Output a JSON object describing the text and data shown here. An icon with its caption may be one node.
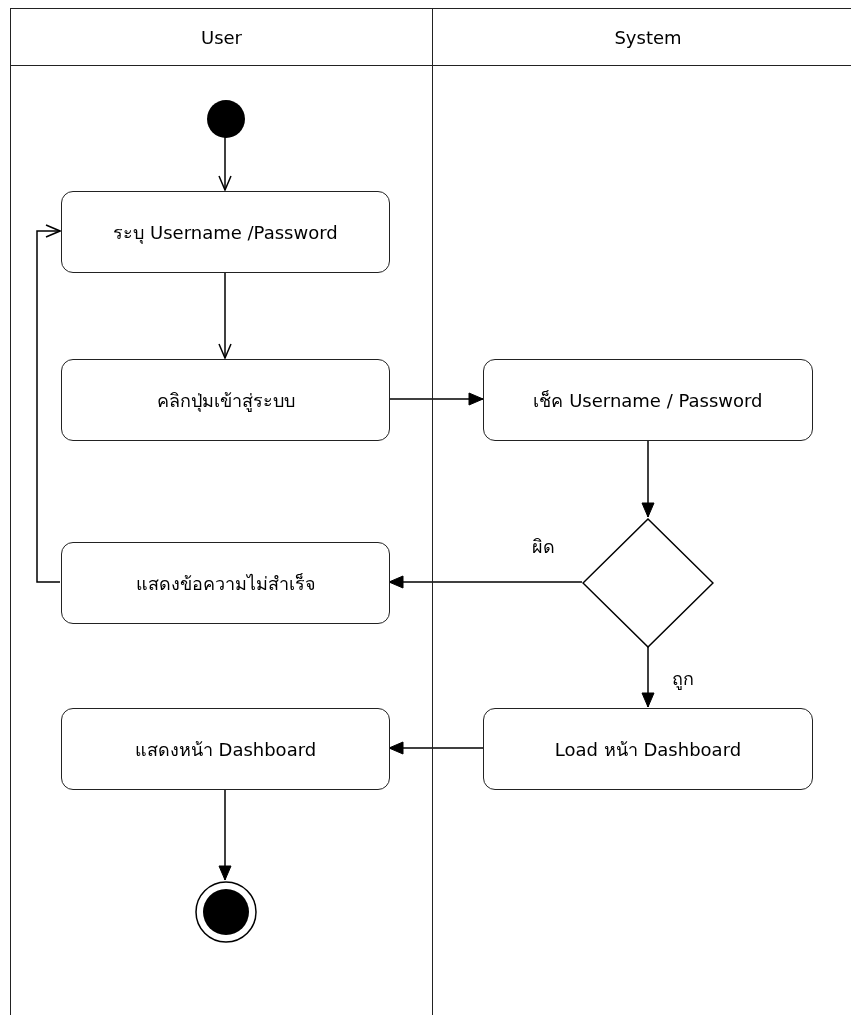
{
  "diagram": {
    "nodes": [
      {
        "text": [
          "User"
        ]
      },
      {
        "text": [
          "System"
        ]
      },
      {
        "text": [],
        "shape": "circle",
        "in": 0
      },
      {
        "text": [
          "ระบุ Username /Password"
        ],
        "in": 0
      },
      {
        "text": [
          "คลิกปุ่มเข้าสู่ระบบ"
        ],
        "in": 0
      },
      {
        "text": [
          "เช็ค Username / Password"
        ],
        "in": 1
      },
      {
        "text": [],
        "shape": "diamond",
        "in": 1
      },
      {
        "text": [
          "แสดงข้อความไม่สำเร็จ"
        ],
        "in": 0
      },
      {
        "text": [
          "Load หน้า Dashboard"
        ],
        "in": 1
      },
      {
        "text": [
          "แสดงหน้า Dashboard"
        ],
        "in": 0
      },
      {
        "text": [],
        "shape": "circle",
        "in": 0
      }
    ],
    "edges": [
      {
        "from": 2,
        "to": 3,
        "arrow": "to"
      },
      {
        "from": 3,
        "to": 4,
        "arrow": "to"
      },
      {
        "from": 4,
        "to": 5,
        "arrow": "to"
      },
      {
        "from": 5,
        "to": 6,
        "arrow": "to"
      },
      {
        "from": 6,
        "to": 7,
        "arrow": "to",
        "label": "ผิด"
      },
      {
        "from": 6,
        "to": 8,
        "arrow": "to",
        "label": "ถูก"
      },
      {
        "from": 8,
        "to": 9,
        "arrow": "to"
      },
      {
        "from": 7,
        "to": 3,
        "arrow": "to"
      },
      {
        "from": 9,
        "to": 10,
        "arrow": "to"
      }
    ]
  }
}
